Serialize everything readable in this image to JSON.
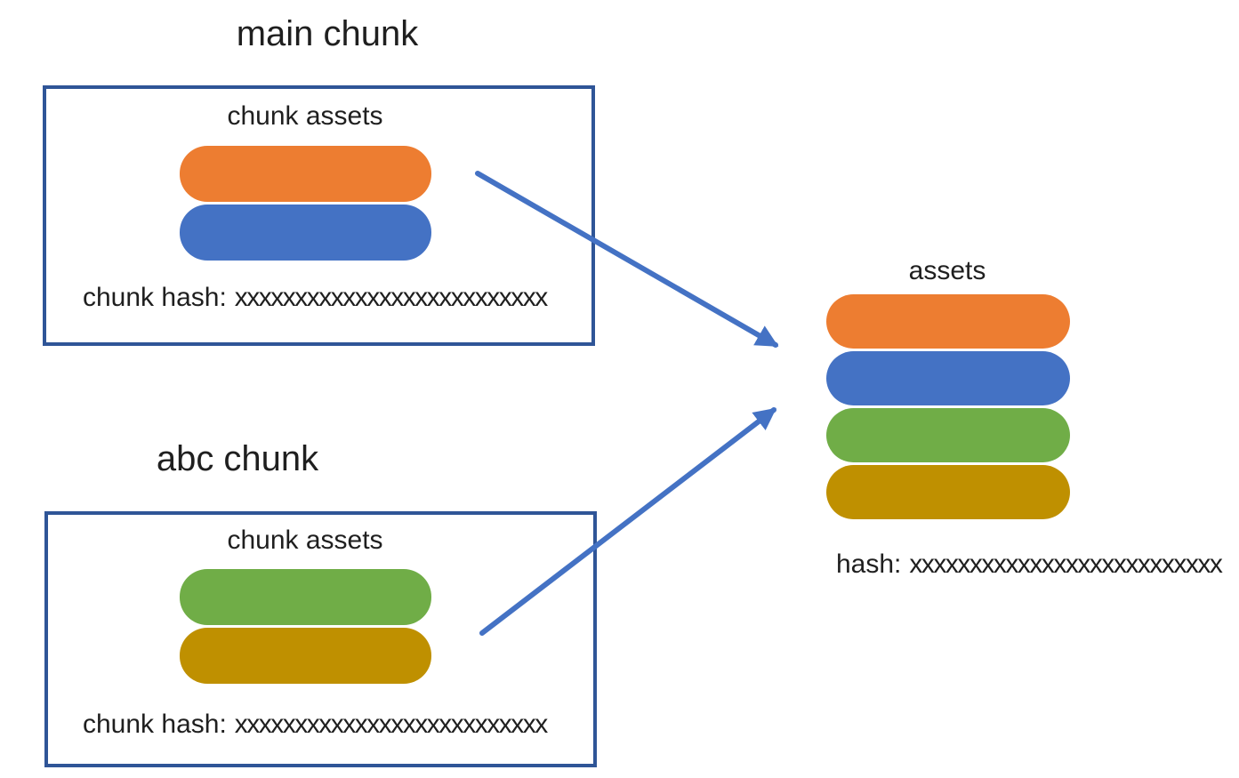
{
  "colors": {
    "orange": "#ED7D31",
    "blue": "#4472C4",
    "green": "#70AD47",
    "gold": "#BF9000",
    "box_border": "#2F5597",
    "arrow": "#4472C4"
  },
  "main_chunk": {
    "title": "main chunk",
    "assets_label": "chunk assets",
    "assets": [
      "orange",
      "blue"
    ],
    "hash_label": "chunk hash:",
    "hash_value": "xxxxxxxxxxxxxxxxxxxxxxxxxx"
  },
  "abc_chunk": {
    "title": "abc chunk",
    "assets_label": "chunk assets",
    "assets": [
      "green",
      "gold"
    ],
    "hash_label": "chunk hash:",
    "hash_value": "xxxxxxxxxxxxxxxxxxxxxxxxxx"
  },
  "output": {
    "title": "assets",
    "assets": [
      "orange",
      "blue",
      "green",
      "gold"
    ],
    "hash_label": "hash:",
    "hash_value": "xxxxxxxxxxxxxxxxxxxxxxxxxx"
  }
}
